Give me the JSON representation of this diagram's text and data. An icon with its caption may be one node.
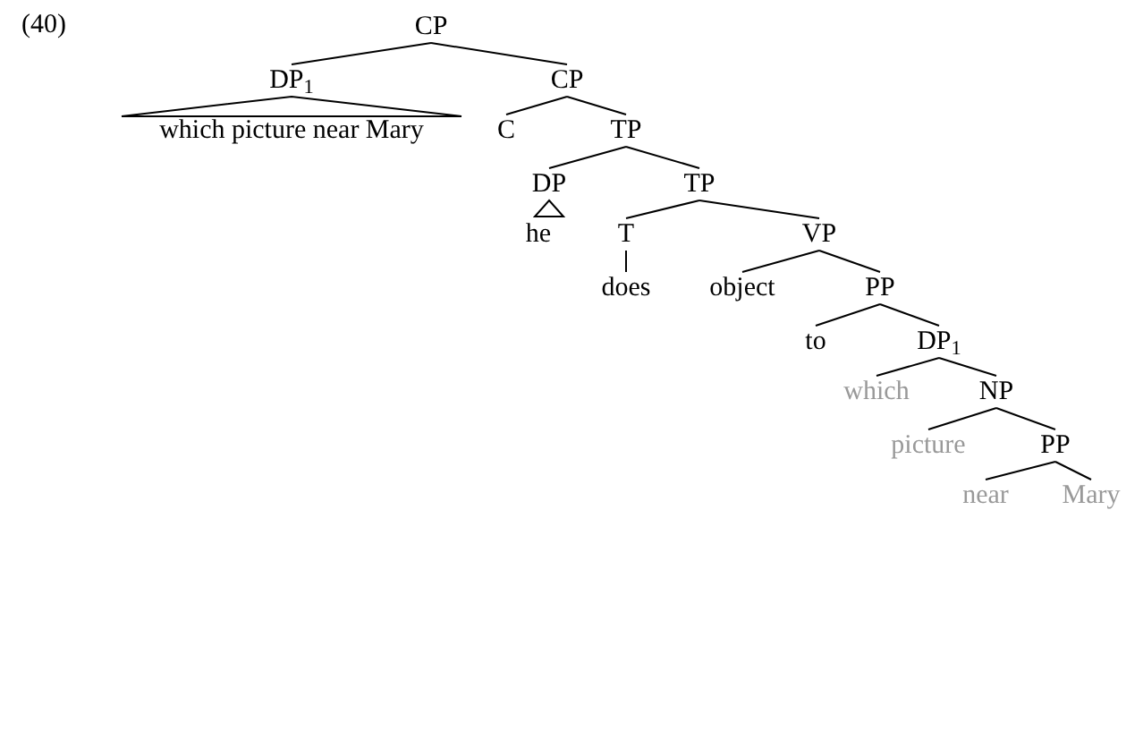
{
  "diagram": {
    "nodes": [
      {
        "text": [
          "CP"
        ]
      },
      {
        "text": [
          "DP$_{1}$"
        ]
      },
      {
        "text": [
          "which picture near Mary"
        ]
      },
      {
        "text": [
          "CP"
        ]
      },
      {
        "text": [
          "C"
        ]
      },
      {
        "text": [
          "TP"
        ]
      },
      {
        "text": [
          "DP"
        ]
      },
      {
        "text": [
          "he"
        ]
      },
      {
        "text": [
          "TP"
        ]
      },
      {
        "text": [
          "T"
        ]
      },
      {
        "text": [
          "does"
        ]
      },
      {
        "text": [
          "VP"
        ]
      },
      {
        "text": [
          "object"
        ]
      },
      {
        "text": [
          "PP"
        ]
      },
      {
        "text": [
          "to"
        ]
      },
      {
        "text": [
          "DP$_{1}$"
        ]
      },
      {
        "text": [
          "which"
        ]
      },
      {
        "text": [
          "NP"
        ]
      },
      {
        "text": [
          "picture"
        ]
      },
      {
        "text": [
          "PP"
        ]
      },
      {
        "text": [
          "near"
        ]
      },
      {
        "text": [
          "Mary"
        ]
      }
    ],
    "edges": [
      {
        "from": 0,
        "to": 1,
        "arrow": "none"
      },
      {
        "from": 0,
        "to": 3,
        "arrow": "none"
      },
      {
        "from": 1,
        "to": 2,
        "arrow": "none"
      },
      {
        "from": 3,
        "to": 4,
        "arrow": "none"
      },
      {
        "from": 3,
        "to": 5,
        "arrow": "none"
      },
      {
        "from": 5,
        "to": 6,
        "arrow": "none"
      },
      {
        "from": 5,
        "to": 8,
        "arrow": "none"
      },
      {
        "from": 6,
        "to": 7,
        "arrow": "none"
      },
      {
        "from": 8,
        "to": 9,
        "arrow": "none"
      },
      {
        "from": 8,
        "to": 11,
        "arrow": "none"
      },
      {
        "from": 9,
        "to": 10,
        "arrow": "none"
      },
      {
        "from": 11,
        "to": 12,
        "arrow": "none"
      },
      {
        "from": 11,
        "to": 13,
        "arrow": "none"
      },
      {
        "from": 13,
        "to": 14,
        "arrow": "none"
      },
      {
        "from": 13,
        "to": 15,
        "arrow": "none"
      },
      {
        "from": 15,
        "to": 16,
        "arrow": "none"
      },
      {
        "from": 15,
        "to": 17,
        "arrow": "none"
      },
      {
        "from": 17,
        "to": 18,
        "arrow": "none"
      },
      {
        "from": 17,
        "to": 19,
        "arrow": "none"
      },
      {
        "from": 19,
        "to": 20,
        "arrow": "none"
      },
      {
        "from": 19,
        "to": 21,
        "arrow": "none"
      }
    ],
    "labels": [
      "(40)"
    ]
  }
}
